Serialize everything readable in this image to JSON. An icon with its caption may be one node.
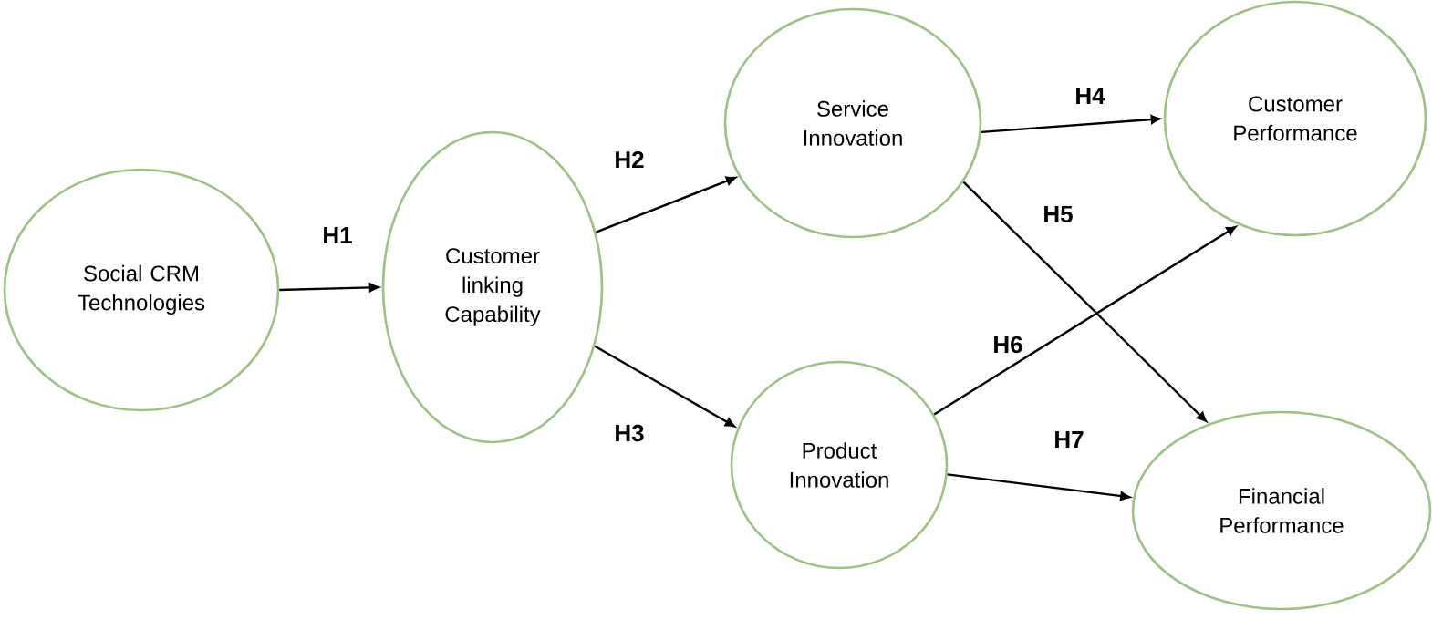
{
  "diagram": {
    "nodes": [
      {
        "text": [
          "Social CRM Technologies"
        ]
      },
      {
        "text": [
          "Customer linking Capability"
        ]
      },
      {
        "text": [
          "Service Innovation"
        ]
      },
      {
        "text": [
          "Product Innovation"
        ]
      },
      {
        "text": [
          "Customer Performance"
        ]
      },
      {
        "text": [
          "Financial Performance"
        ]
      }
    ],
    "edges": [
      {
        "from": 0,
        "to": 1,
        "arrow": "to",
        "label": "H1"
      },
      {
        "from": 1,
        "to": 2,
        "arrow": "to",
        "label": "H2"
      },
      {
        "from": 1,
        "to": 3,
        "arrow": "to",
        "label": "H3"
      },
      {
        "from": 2,
        "to": 4,
        "arrow": "to",
        "label": "H4"
      },
      {
        "from": 2,
        "to": 5,
        "arrow": "to",
        "label": "H5"
      },
      {
        "from": 3,
        "to": 4,
        "arrow": "to",
        "label": "H6"
      },
      {
        "from": 3,
        "to": 5,
        "arrow": "to",
        "label": "H7"
      }
    ]
  }
}
